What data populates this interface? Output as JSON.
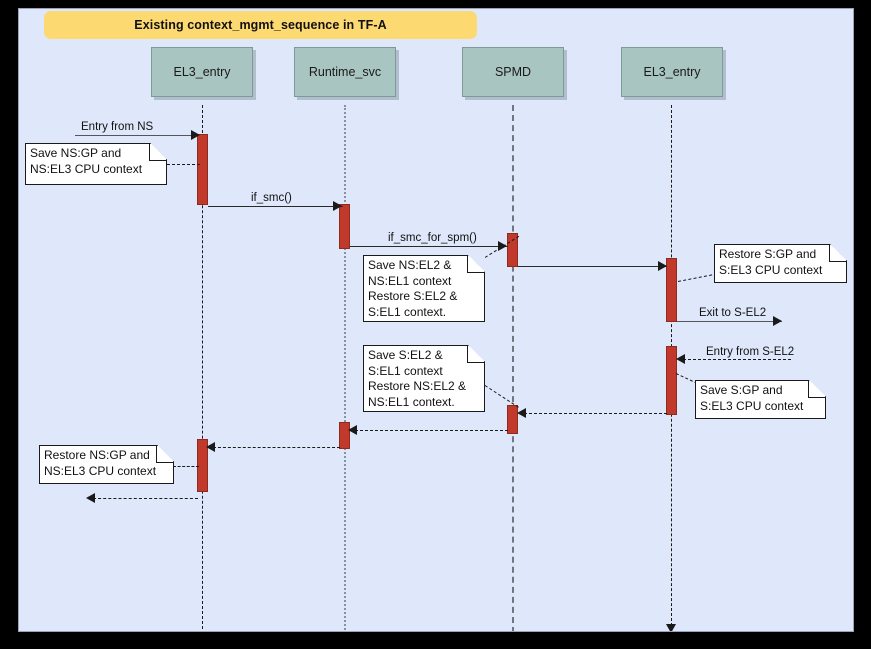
{
  "diagram": {
    "title": "Existing context_mgmt_sequence in TF-A",
    "colors": {
      "canvas": "#dfe7fa",
      "title_banner": "#fcd971",
      "participant_box": "#a9c5c1",
      "activation_bar": "#c0392b",
      "note_fill": "#ffffff",
      "line": "#1a1a1a"
    },
    "participants": [
      {
        "id": "el3_entry_ns",
        "label": "EL3_entry"
      },
      {
        "id": "runtime_svc",
        "label": "Runtime_svc"
      },
      {
        "id": "spmd",
        "label": "SPMD"
      },
      {
        "id": "el3_entry_s",
        "label": "EL3_entry"
      }
    ],
    "messages": [
      {
        "id": "m1",
        "label": "Entry from NS",
        "kind": "call"
      },
      {
        "id": "m2",
        "label": "if_smc()",
        "kind": "call"
      },
      {
        "id": "m3",
        "label": "if_smc_for_spm()",
        "kind": "call"
      },
      {
        "id": "m4",
        "label": "",
        "kind": "call"
      },
      {
        "id": "m5",
        "label": "Exit to S-EL2",
        "kind": "call"
      },
      {
        "id": "m6",
        "label": "Entry from S-EL2",
        "kind": "return"
      },
      {
        "id": "m7",
        "label": "",
        "kind": "return"
      },
      {
        "id": "m8",
        "label": "",
        "kind": "return"
      },
      {
        "id": "m9",
        "label": "",
        "kind": "return"
      },
      {
        "id": "m10",
        "label": "",
        "kind": "return"
      }
    ],
    "notes": [
      {
        "id": "n1",
        "text": "Save NS:GP and\nNS:EL3 CPU context"
      },
      {
        "id": "n2",
        "text": "Save NS:EL2 &\nNS:EL1 context\nRestore S:EL2 &\nS:EL1 context."
      },
      {
        "id": "n3",
        "text": "Restore S:GP and\nS:EL3 CPU context"
      },
      {
        "id": "n4",
        "text": "Save S:EL2 &\nS:EL1 context\nRestore NS:EL2 &\nNS:EL1 context."
      },
      {
        "id": "n5",
        "text": "Save S:GP and\nS:EL3 CPU context"
      },
      {
        "id": "n6",
        "text": "Restore NS:GP and\nNS:EL3 CPU context"
      }
    ]
  }
}
